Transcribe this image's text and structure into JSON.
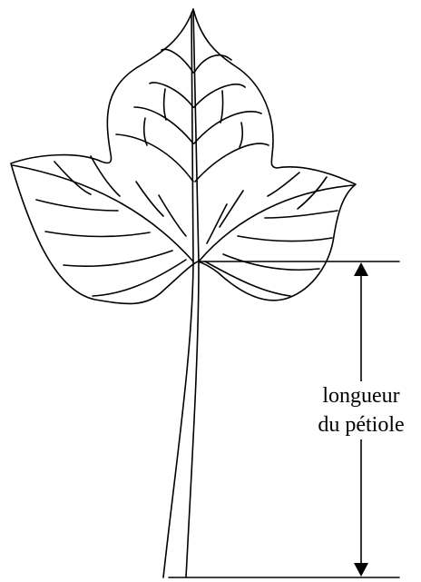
{
  "figure": {
    "subject": "ivy-leaf",
    "measurement": {
      "label_line1": "longueur",
      "label_line2": "du pétiole"
    },
    "colors": {
      "ink": "#000000",
      "paper": "#ffffff"
    }
  }
}
